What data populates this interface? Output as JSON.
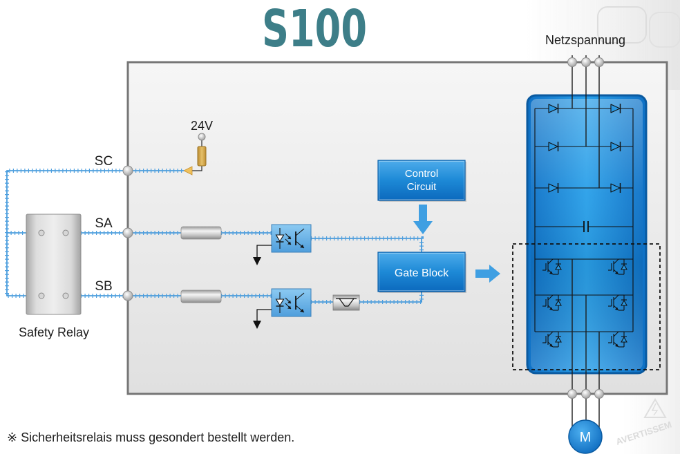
{
  "title": "S100",
  "mains_label": "Netzspannung",
  "supply_voltage": "24V",
  "terminals": {
    "sc": "SC",
    "sa": "SA",
    "sb": "SB"
  },
  "safety_relay": "Safety Relay",
  "control_circuit": [
    "Control",
    "Circuit"
  ],
  "gate_block": "Gate Block",
  "motor": "M",
  "footnote": "※ Sicherheitsrelais muss gesondert bestellt werden.",
  "background_watermark": "AVERTISSEM",
  "colors": {
    "title": "#3d7e88",
    "blue_block": "#1d89d6",
    "signal_line": "#2f8dd6",
    "housing_border": "#767676",
    "fuse": "#e6c06a"
  }
}
